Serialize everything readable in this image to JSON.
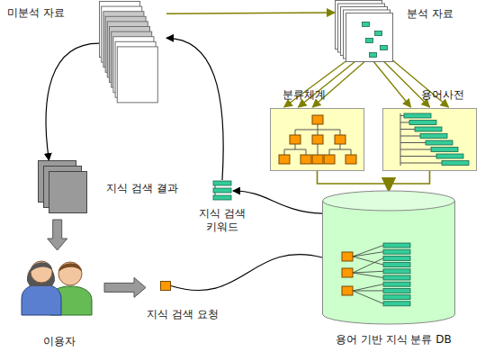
{
  "diagram": {
    "nodes": [
      {
        "text": [
          "미분석 자료"
        ]
      },
      {
        "text": [
          "분석 자료"
        ]
      },
      {
        "text": [
          "분류체계"
        ]
      },
      {
        "text": [
          "용어사전"
        ]
      },
      {
        "text": [
          "용어 기반 지식 분류 DB"
        ]
      },
      {
        "text": [
          "지식 검색 결과"
        ]
      },
      {
        "text": [
          "이용자"
        ]
      },
      {
        "text": [
          "지식 검색 요청"
        ]
      },
      {
        "text": [
          "지식 검색 키워드"
        ]
      }
    ],
    "edges": [
      {
        "from": 0,
        "to": 1,
        "arrow": "to"
      },
      {
        "from": 1,
        "to": 2,
        "arrow": "to"
      },
      {
        "from": 1,
        "to": 3,
        "arrow": "to"
      },
      {
        "from": 2,
        "to": 4,
        "arrow": "to"
      },
      {
        "from": 3,
        "to": 4,
        "arrow": "to"
      },
      {
        "from": 4,
        "to": 8,
        "arrow": "to"
      },
      {
        "from": 8,
        "to": 0,
        "arrow": "to"
      },
      {
        "from": 0,
        "to": 5,
        "arrow": "to"
      },
      {
        "from": 5,
        "to": 6,
        "arrow": "to"
      },
      {
        "from": 6,
        "to": 7,
        "arrow": "to"
      },
      {
        "from": 7,
        "to": 4,
        "arrow": "none"
      }
    ]
  }
}
